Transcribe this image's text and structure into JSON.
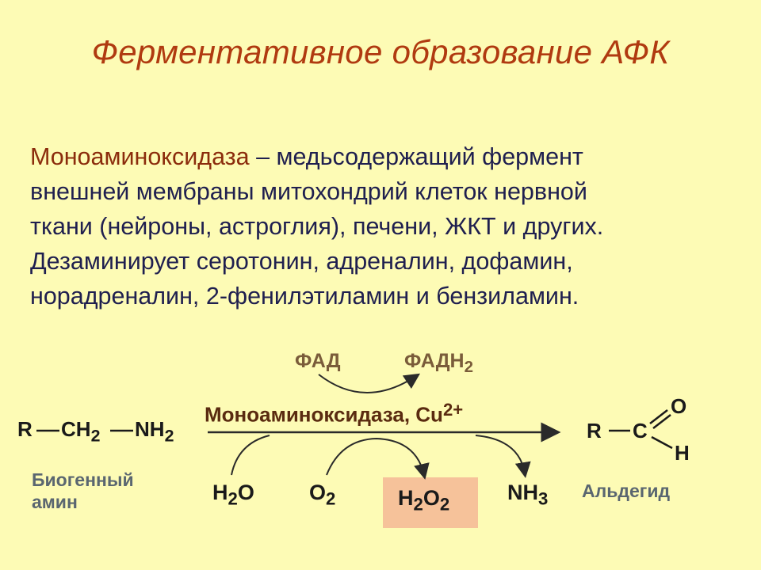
{
  "title": "Ферментативное образование АФК",
  "paragraph": {
    "term": "Моноаминоксидаза",
    "line1_rest": " – медьсодержащий фермент",
    "line2": "внешней мембраны митохондрий клеток нервной",
    "line3": "ткани (нейроны, астроглия), печени, ЖКТ и других.",
    "line4": "Дезаминирует серотонин, адреналин, дофамин,",
    "line5": "норадреналин, 2-фенилэтиламин и бензиламин."
  },
  "scheme": {
    "substrate": {
      "r": "R",
      "ch": "CH",
      "ch_sub": "2",
      "nh": "NH",
      "nh_sub": "2"
    },
    "substrate_label": [
      "Биогенный",
      "амин"
    ],
    "cofactor_in": "ФАД",
    "cofactor_out": {
      "text": "ФАДН",
      "sub": "2"
    },
    "enzyme": {
      "name": "Моноаминоксидаза, ",
      "ion": "Cu",
      "charge": "2+"
    },
    "water": {
      "h": "H",
      "h_sub": "2",
      "o": "O"
    },
    "oxygen": {
      "o": "O",
      "o_sub": "2"
    },
    "peroxide": {
      "h": "H",
      "h_sub": "2",
      "o": "O",
      "o_sub": "2"
    },
    "ammonia": {
      "nh": "NH",
      "nh_sub": "3"
    },
    "product": {
      "r": "R",
      "c": "C",
      "o": "O",
      "h": "H"
    },
    "product_label": "Альдегид",
    "colors": {
      "highlight": "#f6c29a",
      "title": "#b03a10",
      "text": "#1f1f4f"
    }
  }
}
